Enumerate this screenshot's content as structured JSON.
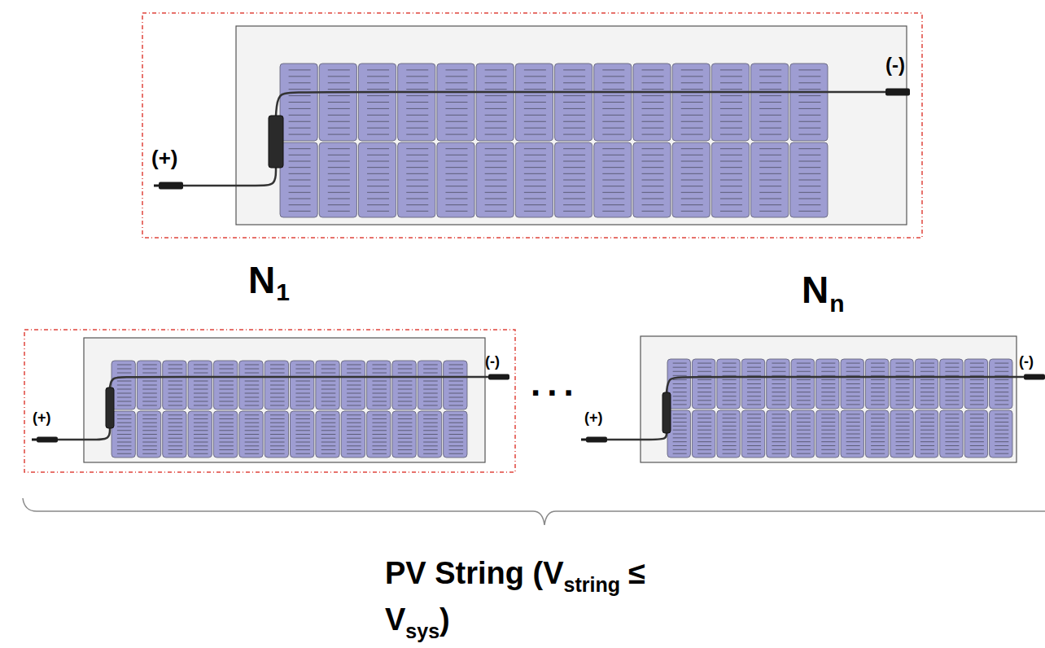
{
  "diagram": {
    "labels": [
      "(+)",
      "(-)",
      "N",
      "1",
      "...",
      "N",
      "n",
      "(+)",
      "(-)",
      "(+)",
      "(-)",
      "PV String (V",
      "string",
      "≤",
      "V",
      "sys",
      ")"
    ]
  }
}
